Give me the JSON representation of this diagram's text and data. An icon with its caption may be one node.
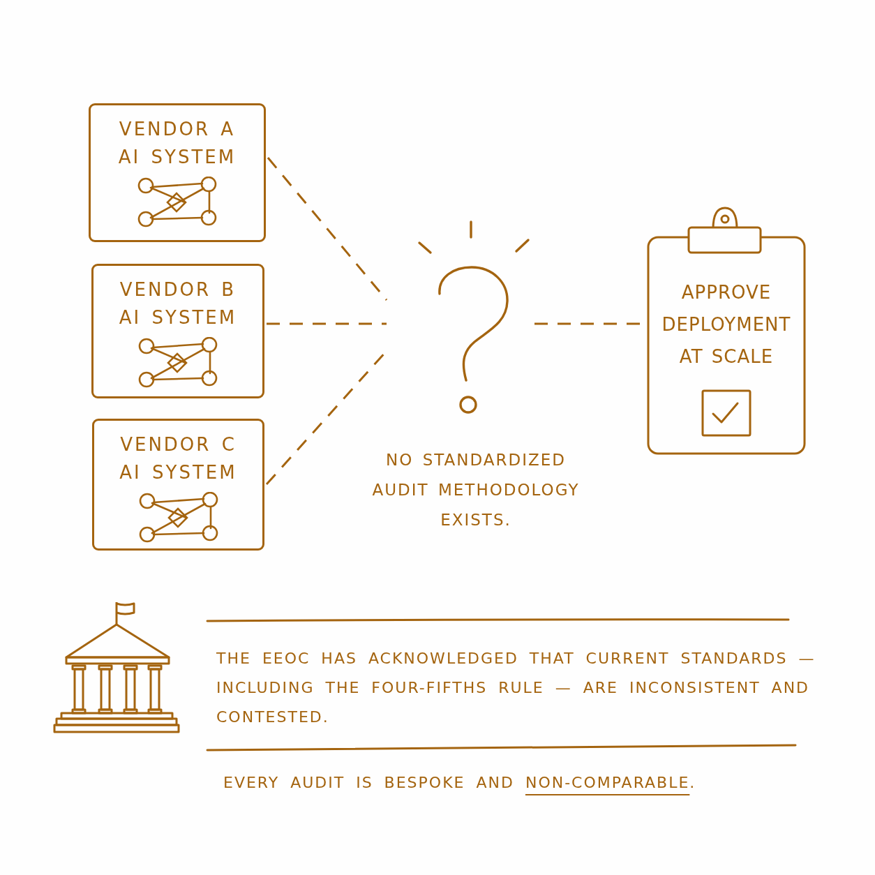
{
  "diagram": {
    "nodes": [
      {
        "text": [
          "VENDOR A AI SYSTEM"
        ]
      },
      {
        "text": [
          "VENDOR B AI SYSTEM"
        ]
      },
      {
        "text": [
          "VENDOR C AI SYSTEM"
        ]
      },
      {
        "text": [],
        "shape": "picture",
        "beside": [
          "NO STANDARDIZED AUDIT METHODOLOGY EXISTS."
        ]
      },
      {
        "text": [
          "APPROVE DEPLOYMENT AT SCALE"
        ]
      }
    ],
    "edges": [
      {
        "from": 0,
        "to": 3,
        "arrow": "none",
        "style": "dashed"
      },
      {
        "from": 1,
        "to": 3,
        "arrow": "none",
        "style": "dashed"
      },
      {
        "from": 2,
        "to": 3,
        "arrow": "none",
        "style": "dashed"
      },
      {
        "from": 3,
        "to": 4,
        "arrow": "none",
        "style": "dashed"
      }
    ],
    "labels": [
      "THE EEOC HAS ACKNOWLEDGED THAT CURRENT STANDARDS — INCLUDING THE FOUR-FIFTHS RULE — ARE INCONSISTENT AND CONTESTED.",
      "EVERY AUDIT IS BESPOKE AND *NON-COMPARABLE*."
    ]
  }
}
